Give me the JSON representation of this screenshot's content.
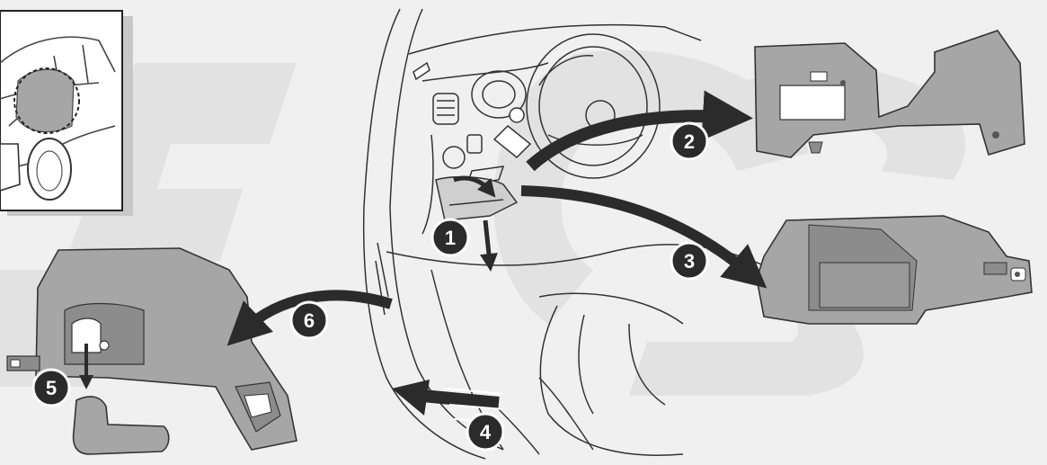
{
  "colors": {
    "background": "#f0f0f0",
    "watermark": "#e2e2e2",
    "part_fill": "#a6a6a6",
    "part_dark": "#8c8c8c",
    "outline": "#333333",
    "arrow": "#2b2b2b",
    "badge": "#2b2b2b",
    "badge_text": "#ffffff"
  },
  "steps": [
    {
      "number": "1",
      "description": "lower-dash-cover-unclip"
    },
    {
      "number": "2",
      "description": "knee-panel-removed"
    },
    {
      "number": "3",
      "description": "lower-trim-panel-removed"
    },
    {
      "number": "4",
      "description": "pull-out-sill-direction"
    },
    {
      "number": "5",
      "description": "remove-handle-cover"
    },
    {
      "number": "6",
      "description": "a-pillar-side-trim-removed"
    }
  ],
  "icons": [
    "car-location-inset",
    "dashboard-illustration",
    "watermark-logo"
  ]
}
